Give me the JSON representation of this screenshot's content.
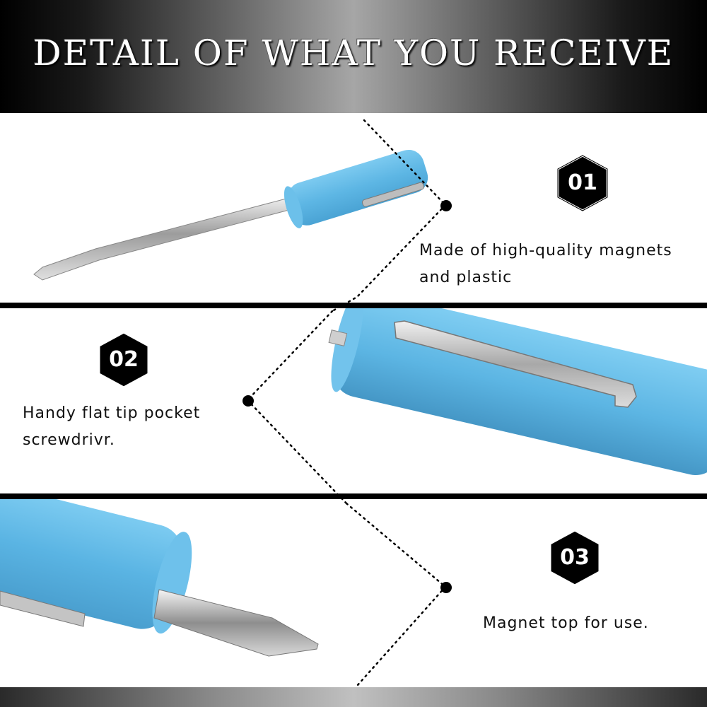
{
  "header": {
    "title": "DETAIL OF WHAT YOU RECEIVE"
  },
  "features": [
    {
      "number": "01",
      "lines": [
        "Made of high-quality magnets",
        "and plastic"
      ]
    },
    {
      "number": "02",
      "lines": [
        "Handy flat tip pocket",
        "screwdrivr."
      ]
    },
    {
      "number": "03",
      "lines": [
        "Magnet top for use."
      ]
    }
  ],
  "colors": {
    "handle": "#5fb8e6",
    "badge": "#000000",
    "metal": "#c8c8c8"
  },
  "icons": {
    "badge_shape": "hexagon-icon",
    "pointer": "dot-icon"
  }
}
